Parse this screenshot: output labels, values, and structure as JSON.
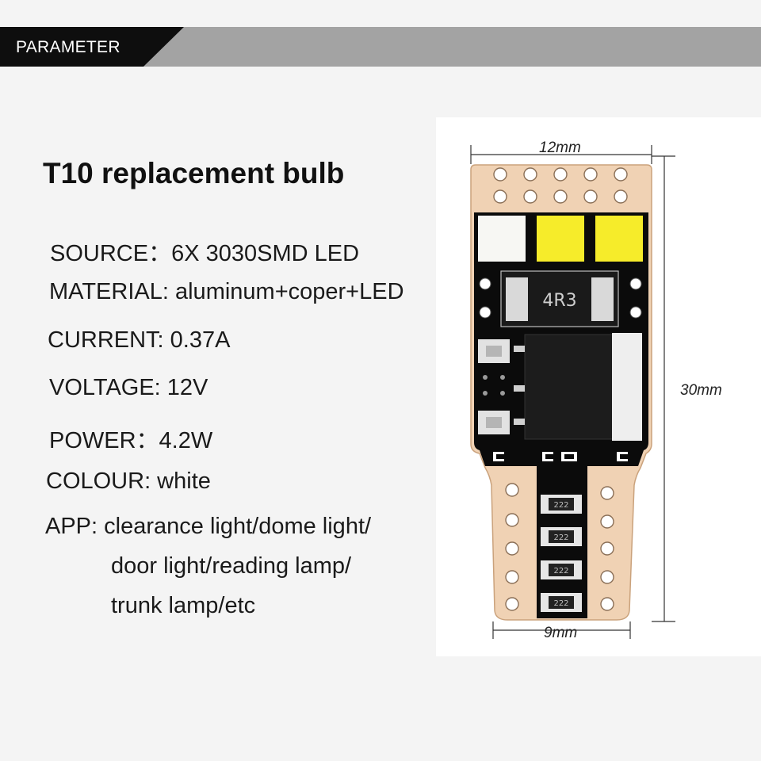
{
  "banner": {
    "label": "PARAMETER"
  },
  "title": "T10 replacement bulb",
  "specs": {
    "source": "SOURCE：6X 3030SMD LED",
    "material": "MATERIAL: aluminum+coper+LED",
    "current": "CURRENT: 0.37A",
    "voltage": "VOLTAGE: 12V",
    "power": "POWER：4.2W",
    "colour": "COLOUR: white",
    "app_line1": "APP: clearance light/dome light/",
    "app_line2": "door light/reading lamp/",
    "app_line3": "trunk lamp/etc"
  },
  "product": {
    "resistor_label": "4R3",
    "smd_label": "222",
    "dimensions": {
      "width_top": "12mm",
      "height": "30mm",
      "width_bottom": "9mm"
    },
    "colors": {
      "board": "#0b0b0b",
      "pad": "#f0d2b4",
      "led_white": "#f7f7f3",
      "led_yellow": "#f6ec2a"
    }
  }
}
